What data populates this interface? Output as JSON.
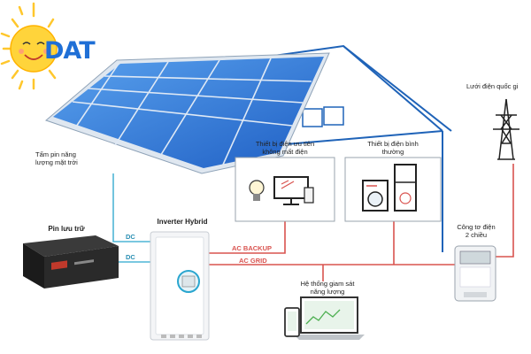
{
  "logo": {
    "text": "DAT",
    "color": "#1f6fd6"
  },
  "labels": {
    "solar_panel": "Tấm pin năng\nlượng mặt trời",
    "battery": "Pin lưu trữ",
    "inverter": "Inverter Hybrid",
    "priority_devices": "Thiết bị điện ưu tiên\nkhông mất điện",
    "normal_devices": "Thiết bị điện bình\nthường",
    "grid": "Lưới điện quốc gi",
    "meter": "Công tơ điện\n2 chiều",
    "monitoring": "Hệ thống giam sát\nnăng lượng"
  },
  "flows": {
    "dc_top": "DC",
    "dc_bottom": "DC",
    "ac_backup": "AC BACKUP",
    "ac_grid": "AC GRID"
  },
  "colors": {
    "dc_line": "#4fb6d6",
    "ac_line": "#d9534f",
    "house_outline": "#1f63b8",
    "panel_blue": "#2b73d6",
    "sun": "#ffc72c"
  },
  "icons": [
    "sun-icon",
    "solar-panel-icon",
    "house-icon",
    "battery-icon",
    "inverter-icon",
    "bulb-icon",
    "tv-icon",
    "washing-machine-icon",
    "fridge-icon",
    "transmission-tower-icon",
    "electric-meter-icon",
    "laptop-icon",
    "phone-icon"
  ]
}
